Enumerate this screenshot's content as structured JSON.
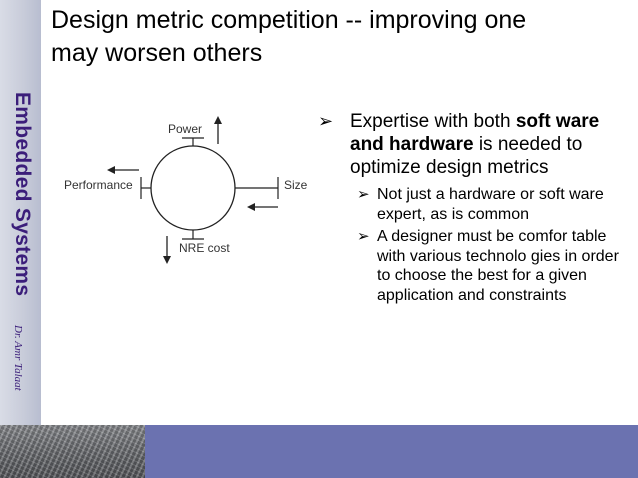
{
  "sidebar": {
    "title": "Embedded Systems",
    "author": "Dr. Amr Talaat"
  },
  "slide": {
    "title_line1": "Design metric competition -- improving one",
    "title_line2": "may worsen others"
  },
  "diagram": {
    "power": "Power",
    "performance": "Performance",
    "size": "Size",
    "nre_cost": "NRE cost"
  },
  "bullets": {
    "main_pre": "Expertise with both ",
    "main_bold": "soft ware and hardware",
    "main_post": " is needed to optimize design metrics",
    "sub1": "Not just a hardware or soft ware expert, as is common",
    "sub2": "A designer must be comfor table with various technolo gies in order to choose the best for a given application and constraints"
  },
  "icons": {
    "bullet_marker": "arrow-bullet-icon"
  }
}
